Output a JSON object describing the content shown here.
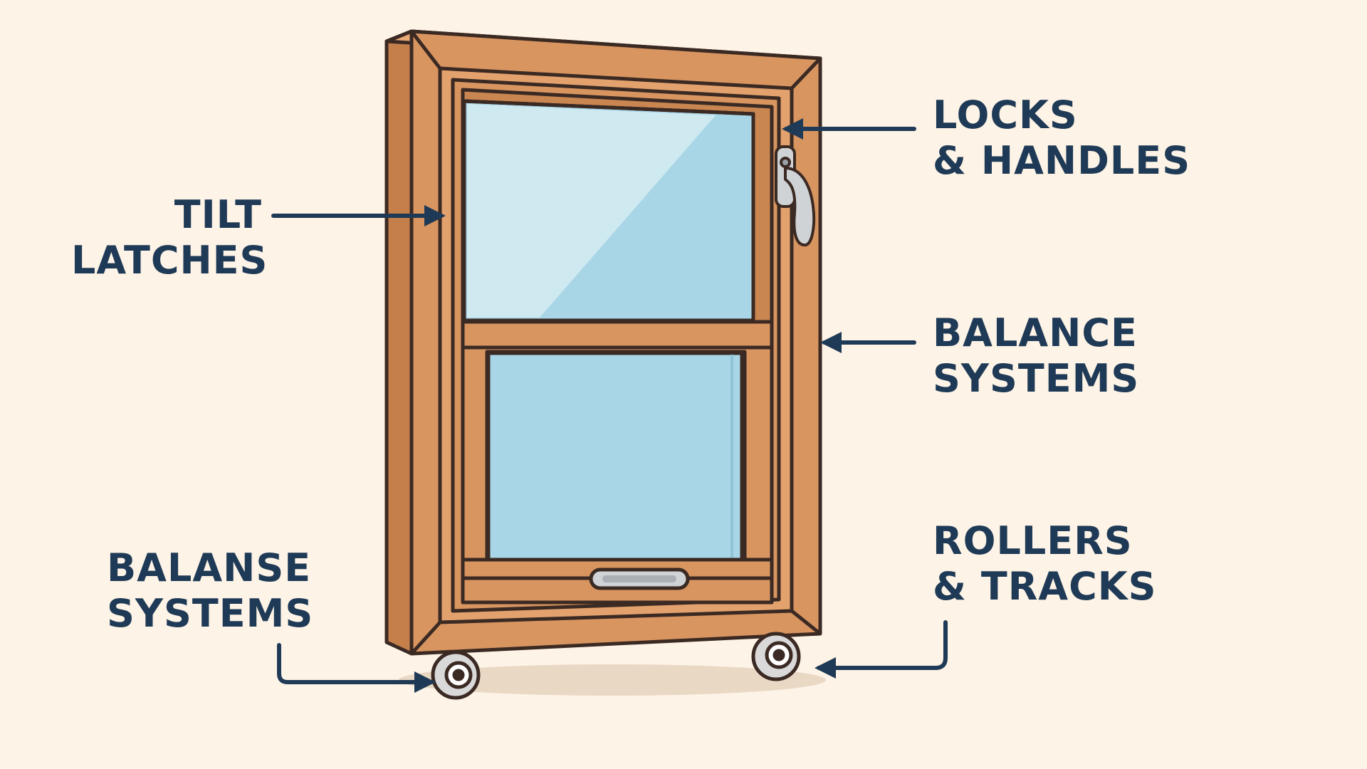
{
  "colors": {
    "background": "#fdf3e6",
    "frame_wood": "#d99560",
    "frame_wood_dark": "#c47f4b",
    "frame_wood_light": "#e8ab77",
    "outline": "#3b2a23",
    "glass": "#a9d6e6",
    "glass_highlight": "#cfe9f1",
    "label_text": "#1f3a56",
    "arrow": "#1f3a56",
    "wheel": "#d9d9d9",
    "handle": "#cfd3d6"
  },
  "labels": {
    "tilt_latches": {
      "line1": "TILT",
      "line2": "LATCHES"
    },
    "locks_handles": {
      "line1": "LOCKS",
      "line2": "& HANDLES"
    },
    "balance_systems": {
      "line1": "BALANCE",
      "line2": "SYSTEMS"
    },
    "balanse_systems": {
      "line1": "BALANSE",
      "line2": "SYSTEMS"
    },
    "rollers_tracks": {
      "line1": "ROLLERS",
      "line2": "& TRACKS"
    }
  },
  "icons": {
    "window": "double-hung-window-icon",
    "handle": "window-handle-icon",
    "wheel": "roller-wheel-icon"
  }
}
